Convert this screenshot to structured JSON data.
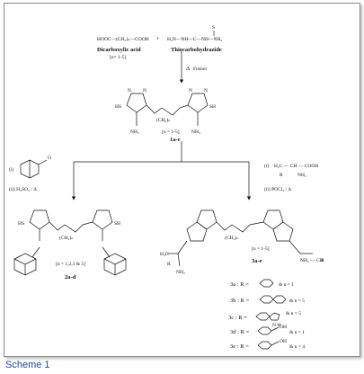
{
  "reactants": {
    "acid_formula": "HOOC—(CH₂)ₙ—COOH",
    "plus": "+",
    "tch_formula": "H₂N—NH—C—NH—NH₂",
    "tch_s": "S",
    "acid_name": "Dicarboxylic acid",
    "acid_range": "[n= 1-5]",
    "tch_name": "Thiocarbohydrazide"
  },
  "step1": {
    "symbol": "Δ",
    "label": "Fusion"
  },
  "compound1": {
    "n": "N",
    "hs": "HS",
    "sh": "SH",
    "chain": "(CH₂)ₙ",
    "nh2": "NH₂",
    "range": "[n = 1-5]",
    "id": "1a-e"
  },
  "left_branch": {
    "reagent_i": "(i)",
    "reagent_o": "O",
    "reagent_ii": "(ii) H₂SO₄ / Δ",
    "chain": "(CH₂)ₙ",
    "hs": "HS",
    "sh": "SH",
    "range": "[n = 1,2,3 & 5]",
    "id": "2a-d"
  },
  "right_branch": {
    "reagent_i": "(i)",
    "reagent_fragment": "H₂C — CH — COOH",
    "reagent_r": "R",
    "reagent_nh2": "NH₂",
    "reagent_ii": "(ii) POCl₃ / Δ",
    "chain": "(CH₂)ₙ",
    "range": "[n = 1-5]",
    "id": "3a-e",
    "side_left": "H₂C",
    "side_r": "R",
    "side_nh2": "NH₂",
    "side_right": "NH₂ — CH",
    "substituents": [
      {
        "label": "3a : R =",
        "cond": "& n = 1"
      },
      {
        "label": "3b : R =",
        "cond": "& n = 5"
      },
      {
        "label": "3c : R =",
        "cond": "& n = 5",
        "extra": "N\nH"
      },
      {
        "label": "3d : R =",
        "cond": "& n = 1",
        "extra": "OH"
      },
      {
        "label": "3e : R =",
        "cond": "& n = 4",
        "extra": "OH"
      }
    ]
  },
  "caption": "Scheme 1"
}
